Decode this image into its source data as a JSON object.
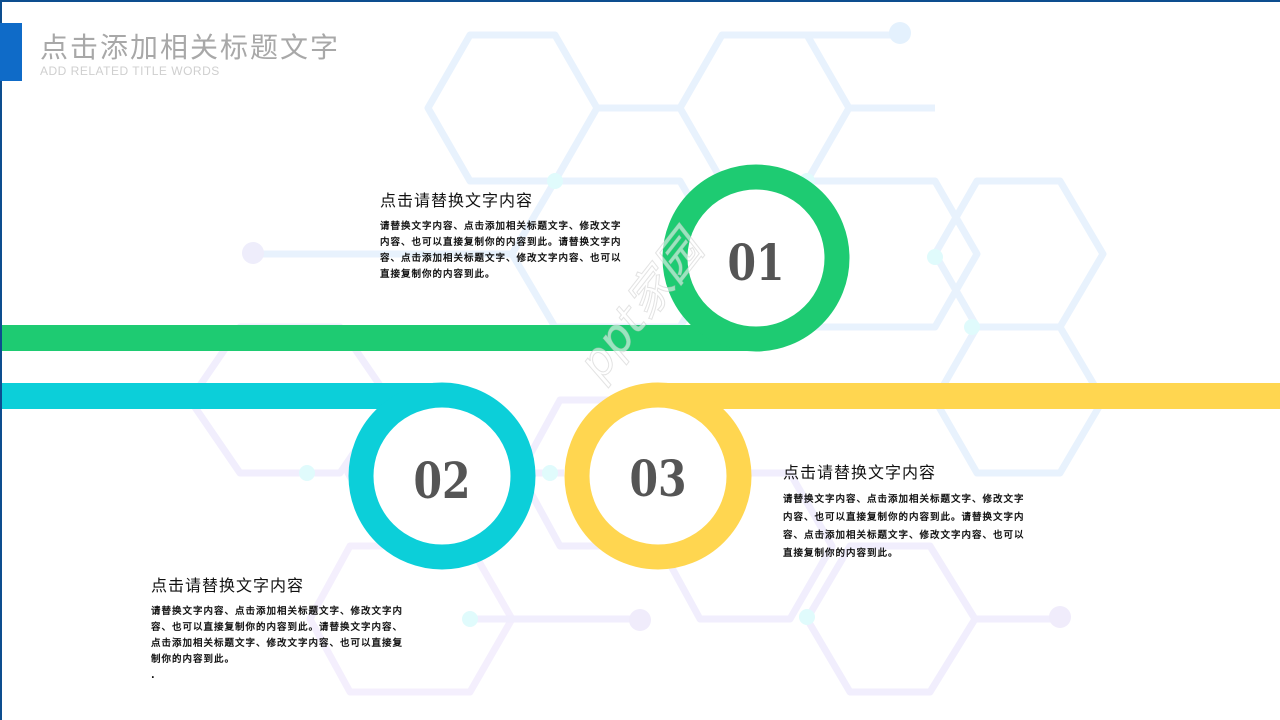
{
  "header": {
    "title": "点击添加相关标题文字",
    "subtitle": "ADD RELATED TITLE WORDS"
  },
  "colors": {
    "frame": "#0d4e8f",
    "accent": "#0f6bc8",
    "green": "#1ecb72",
    "cyan": "#0ccfd9",
    "yellow": "#ffd650",
    "hex_line": "#e8f2fd",
    "hex_node": "#e2fbfc"
  },
  "steps": [
    {
      "number": "01",
      "color": "#1ecb72",
      "heading": "点击请替换文字内容",
      "body": "请替换文字内容、点击添加相关标题文字、修改文字内容、也可以直接复制你的内容到此。请替换文字内容、点击添加相关标题文字、修改文字内容、也可以直接复制你的内容到此。"
    },
    {
      "number": "02",
      "color": "#0ccfd9",
      "heading": "点击请替换文字内容",
      "body": "请替换文字内容、点击添加相关标题文字、修改文字内容、也可以直接复制你的内容到此。请替换文字内容、点击添加相关标题文字、修改文字内容、也可以直接复制你的内容到此。",
      "trailing": "."
    },
    {
      "number": "03",
      "color": "#ffd650",
      "heading": "点击请替换文字内容",
      "body": "请替换文字内容、点击添加相关标题文字、修改文字内容、也可以直接复制你的内容到此。请替换文字内容、点击添加相关标题文字、修改文字内容、也可以直接复制你的内容到此。"
    }
  ],
  "watermark": "ppt家园"
}
